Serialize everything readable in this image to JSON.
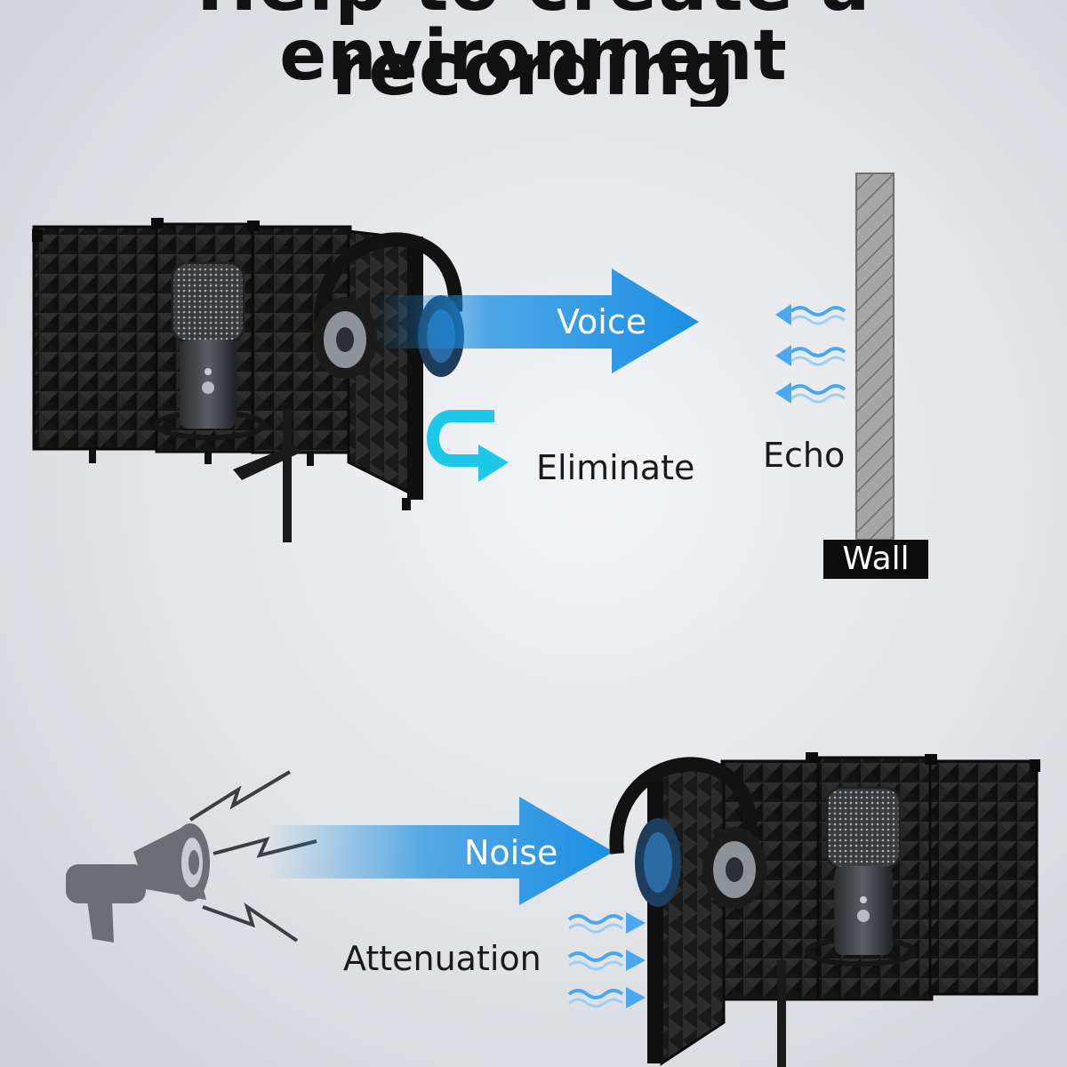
{
  "headline": {
    "line1": "Help to create a recording",
    "line2": "environment"
  },
  "top_scene": {
    "voice_label": "Voice",
    "eliminate_label": "Eliminate",
    "echo_label": "Echo",
    "wall_label": "Wall"
  },
  "bottom_scene": {
    "noise_label": "Noise",
    "attenuation_label": "Attenuation"
  },
  "colors": {
    "arrow_blue": "#1a8fe3",
    "echo_blue": "#4aa8f0",
    "cyan_return": "#1ec8e8",
    "foam": "#222222",
    "wall_gray": "#a9a9a9",
    "megaphone_gray": "#6b6e72"
  },
  "icons": [
    "megaphone-icon",
    "lightning-icon",
    "wavy-arrow-icon",
    "return-arrow-icon",
    "headphones-icon",
    "microphone-icon"
  ]
}
